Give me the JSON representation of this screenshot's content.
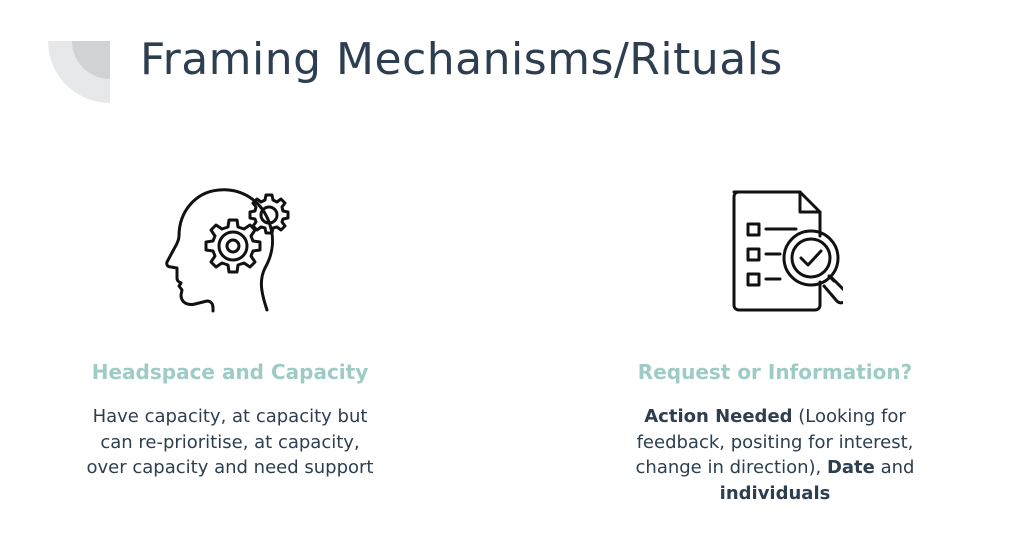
{
  "slide": {
    "title": "Framing Mechanisms/Rituals"
  },
  "columns": [
    {
      "icon": "head-gears-icon",
      "heading": "Headspace and Capacity",
      "body": "Have capacity, at capacity but can re-prioritise, at capacity, over capacity and need support"
    },
    {
      "icon": "document-checklist-magnifier-icon",
      "heading": "Request or Information?",
      "body_parts": {
        "action_needed": "Action Needed",
        "action_details": " (Looking for feedback, positing for interest, change in direction), ",
        "date": "Date",
        "and": " and ",
        "individuals": "individuals"
      }
    }
  ],
  "colors": {
    "title": "#2c3e50",
    "heading_accent": "#9ecbc6",
    "body_text": "#2c3e50",
    "deco_light": "#e6e8ea",
    "deco_dark": "#cfd3d6"
  }
}
